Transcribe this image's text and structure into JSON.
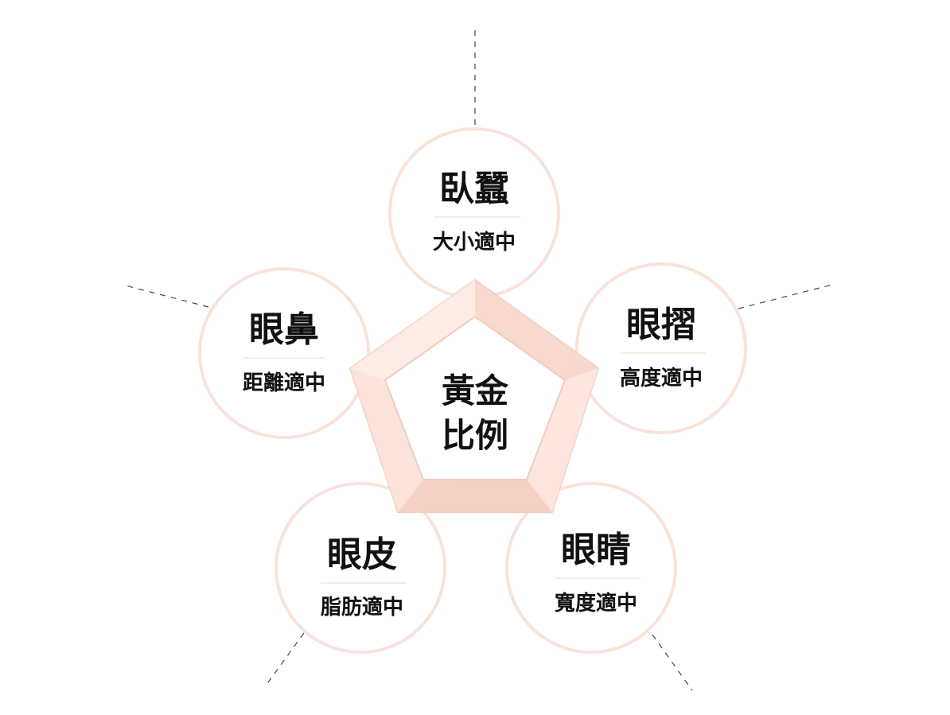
{
  "center": {
    "line1": "黃金",
    "line2": "比例"
  },
  "nodes": [
    {
      "title": "臥蠶",
      "subtitle": "大小適中"
    },
    {
      "title": "眼摺",
      "subtitle": "高度適中"
    },
    {
      "title": "眼睛",
      "subtitle": "寬度適中"
    },
    {
      "title": "眼皮",
      "subtitle": "脂肪適中"
    },
    {
      "title": "眼鼻",
      "subtitle": "距離適中"
    }
  ],
  "colors": {
    "accent": "#f6d2c6",
    "accent_light": "#fdeee8",
    "circle_ring": "#f9e2da",
    "text": "#111111",
    "dash": "#444444"
  }
}
